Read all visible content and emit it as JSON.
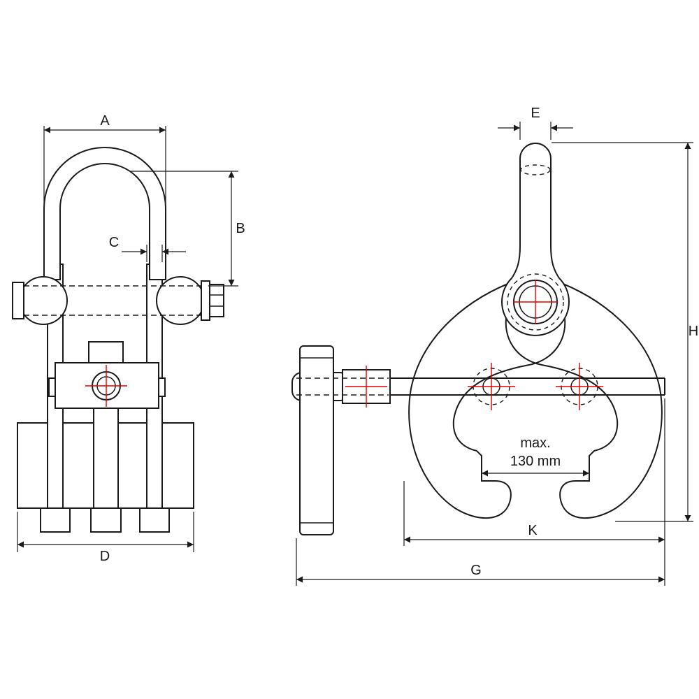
{
  "drawing": {
    "type": "technical-drawing-beam-clamp-two-views",
    "colors": {
      "background": "#ffffff",
      "outline": "#1a1a1a",
      "centerline_red": "#dd0000"
    },
    "labels": {
      "A": "A",
      "B": "B",
      "C": "C",
      "D": "D",
      "E": "E",
      "G": "G",
      "H": "H",
      "K": "K",
      "max_line1": "max.",
      "max_line2": "130 mm"
    }
  }
}
